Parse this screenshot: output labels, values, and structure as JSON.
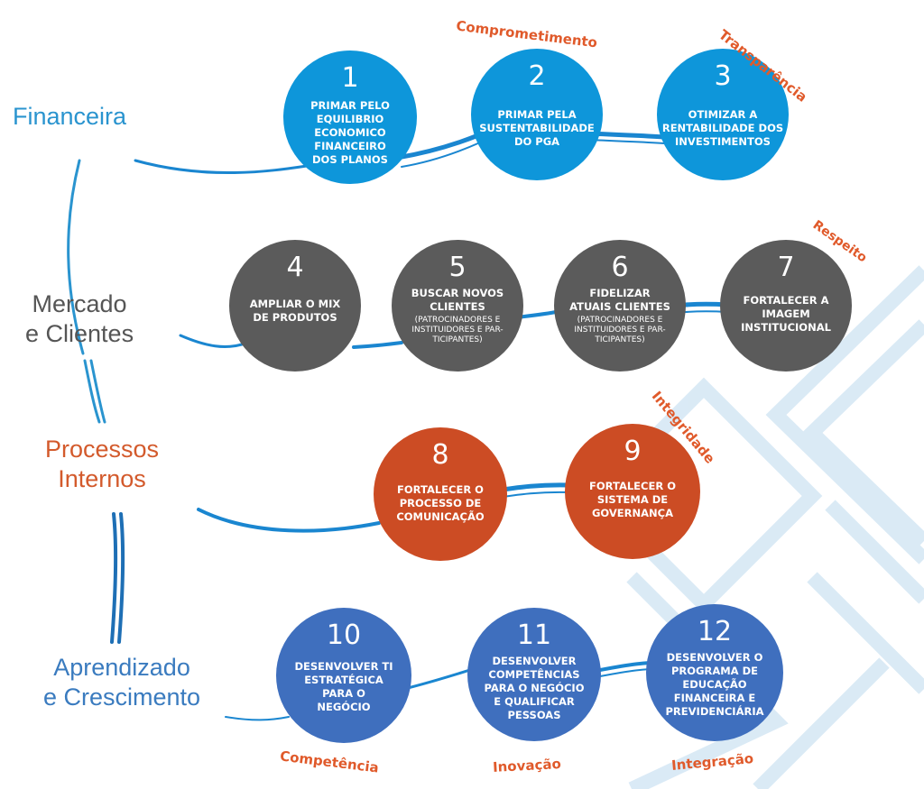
{
  "perspectives": [
    {
      "line1": "Financeira",
      "line2": ""
    },
    {
      "line1": "Mercado",
      "line2": "e Clientes"
    },
    {
      "line1": "Processos",
      "line2": "Internos"
    },
    {
      "line1": "Aprendizado",
      "line2": "e Crescimento"
    }
  ],
  "objectives": [
    {
      "number": "1",
      "title": "PRIMAR PELO\nEQUILIBRIO\nECONOMICO\nFINANCEIRO\nDOS PLANOS",
      "subtitle": ""
    },
    {
      "number": "2",
      "title": "PRIMAR PELA\nSUSTENTABILIDADE\nDO PGA",
      "subtitle": ""
    },
    {
      "number": "3",
      "title": "OTIMIZAR A\nRENTABILIDADE DOS\nINVESTIMENTOS",
      "subtitle": ""
    },
    {
      "number": "4",
      "title": "AMPLIAR O MIX\nDE PRODUTOS",
      "subtitle": ""
    },
    {
      "number": "5",
      "title": "BUSCAR NOVOS\nCLIENTES",
      "subtitle": "(PATROCINADORES E\nINSTITUIDORES E PAR-\nTICIPANTES)"
    },
    {
      "number": "6",
      "title": "FIDELIZAR\nATUAIS CLIENTES",
      "subtitle": "(PATROCINADORES E\nINSTITUIDORES E PAR-\nTICIPANTES)"
    },
    {
      "number": "7",
      "title": "FORTALECER A\nIMAGEM\nINSTITUCIONAL",
      "subtitle": ""
    },
    {
      "number": "8",
      "title": "FORTALECER O\nPROCESSO DE\nCOMUNICAÇÃO",
      "subtitle": ""
    },
    {
      "number": "9",
      "title": "FORTALECER O\nSISTEMA DE\nGOVERNANÇA",
      "subtitle": ""
    },
    {
      "number": "10",
      "title": "DESENVOLVER TI\nESTRATÉGICA\nPARA O\nNEGÓCIO",
      "subtitle": ""
    },
    {
      "number": "11",
      "title": "DESENVOLVER\nCOMPETÊNCIAS\nPARA O NEGÓCIO\nE QUALIFICAR\nPESSOAS",
      "subtitle": ""
    },
    {
      "number": "12",
      "title": "DESENVOLVER O\nPROGRAMA DE\nEDUCAÇÃO\nFINANCEIRA E\nPREVIDENCIÁRIA",
      "subtitle": ""
    }
  ],
  "values": [
    "Comprometimento",
    "Transparência",
    "Respeito",
    "Integridade",
    "Competência",
    "Inovação",
    "Integração"
  ],
  "colors": {
    "financeira": "#0e96da",
    "mercado": "#5b5b5b",
    "processos": "#cc4c24",
    "aprendizado": "#3f6fbe",
    "value_text": "#e05a2b",
    "label_financeira": "#2a94cf",
    "label_mercado": "#555555",
    "label_processos": "#d35a2c",
    "label_aprendizado": "#3a7bbf",
    "connector": "#1a86d0",
    "pattern": "#d6e8f5"
  }
}
